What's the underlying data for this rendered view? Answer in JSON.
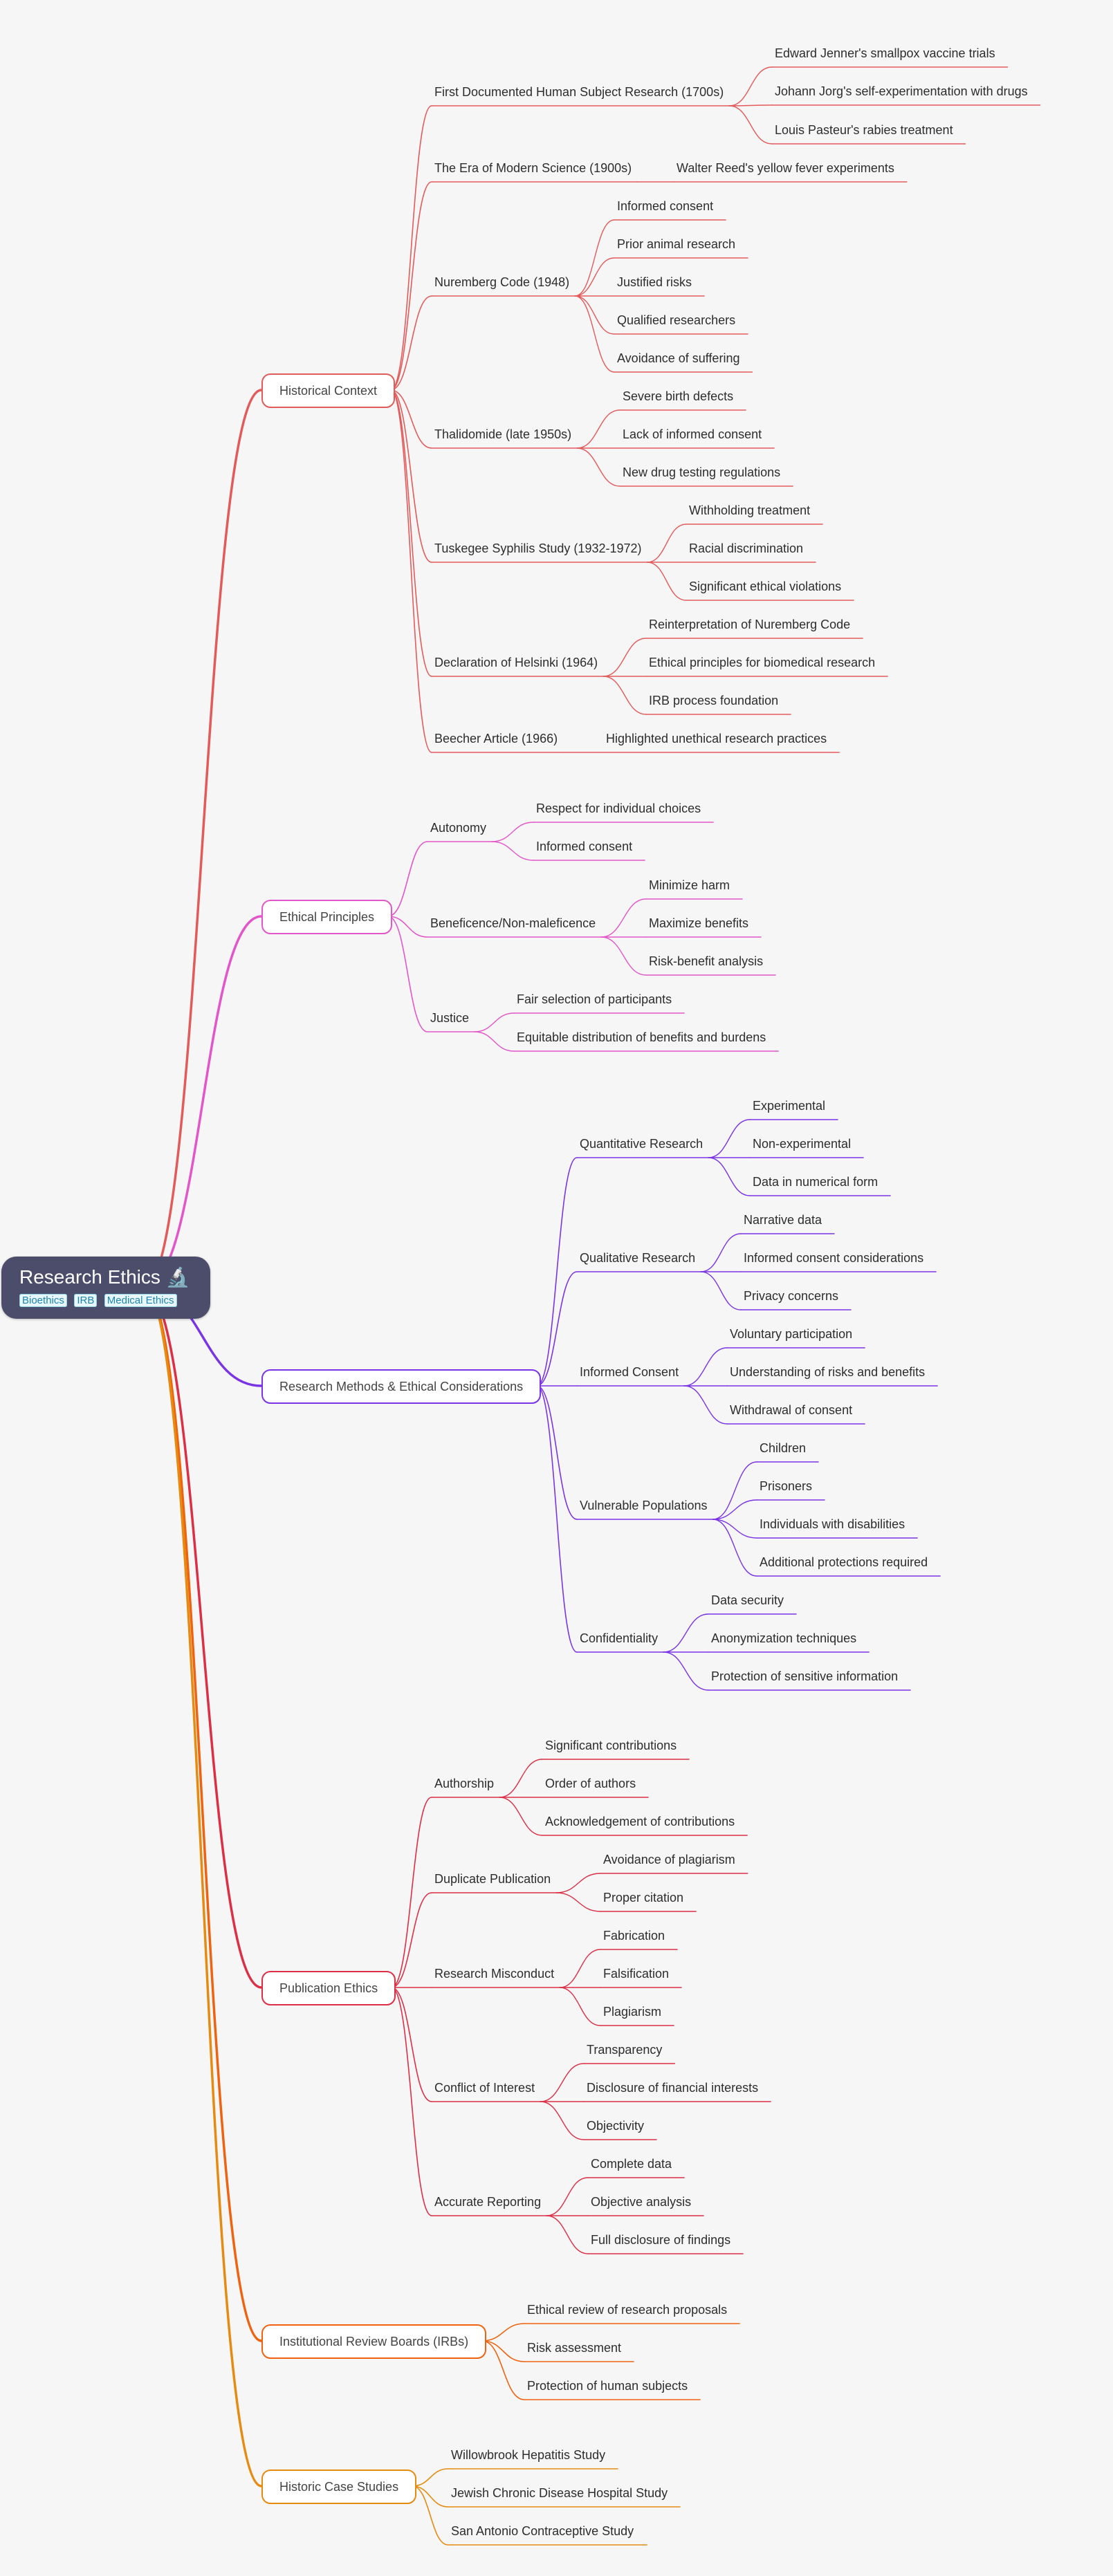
{
  "root": {
    "title": "Research Ethics",
    "icon": "microscope-icon",
    "tags": [
      "Bioethics",
      "IRB",
      "Medical Ethics"
    ]
  },
  "colors": {
    "background": "#f6f6f6",
    "root_fill": "#4b4d6b",
    "branch_colors": [
      "#e35a5a",
      "#e356c9",
      "#7a34e5",
      "#dc2f46",
      "#ef6310",
      "#e58b12"
    ]
  },
  "branches": [
    {
      "label": "Historical Context",
      "children": [
        {
          "label": "First Documented Human Subject Research (1700s)",
          "children": [
            "Edward Jenner's smallpox vaccine trials",
            "Johann Jorg's self-experimentation with drugs",
            "Louis Pasteur's rabies treatment"
          ]
        },
        {
          "label": "The Era of Modern Science (1900s)",
          "children": [
            "Walter Reed's yellow fever experiments"
          ]
        },
        {
          "label": "Nuremberg Code (1948)",
          "children": [
            "Informed consent",
            "Prior animal research",
            "Justified risks",
            "Qualified researchers",
            "Avoidance of suffering"
          ]
        },
        {
          "label": "Thalidomide (late 1950s)",
          "children": [
            "Severe birth defects",
            "Lack of informed consent",
            "New drug testing regulations"
          ]
        },
        {
          "label": "Tuskegee Syphilis Study (1932-1972)",
          "children": [
            "Withholding treatment",
            "Racial discrimination",
            "Significant ethical violations"
          ]
        },
        {
          "label": "Declaration of Helsinki (1964)",
          "children": [
            "Reinterpretation of Nuremberg Code",
            "Ethical principles for biomedical research",
            "IRB process foundation"
          ]
        },
        {
          "label": "Beecher Article (1966)",
          "children": [
            "Highlighted unethical research practices"
          ]
        }
      ]
    },
    {
      "label": "Ethical Principles",
      "children": [
        {
          "label": "Autonomy",
          "children": [
            "Respect for individual choices",
            "Informed consent"
          ]
        },
        {
          "label": "Beneficence/Non-maleficence",
          "children": [
            "Minimize harm",
            "Maximize benefits",
            "Risk-benefit analysis"
          ]
        },
        {
          "label": "Justice",
          "children": [
            "Fair selection of participants",
            "Equitable distribution of benefits and burdens"
          ]
        }
      ]
    },
    {
      "label": "Research Methods & Ethical Considerations",
      "children": [
        {
          "label": "Quantitative Research",
          "children": [
            "Experimental",
            "Non-experimental",
            "Data in numerical form"
          ]
        },
        {
          "label": "Qualitative Research",
          "children": [
            "Narrative data",
            "Informed consent considerations",
            "Privacy concerns"
          ]
        },
        {
          "label": "Informed Consent",
          "children": [
            "Voluntary participation",
            "Understanding of risks and benefits",
            "Withdrawal of consent"
          ]
        },
        {
          "label": "Vulnerable Populations",
          "children": [
            "Children",
            "Prisoners",
            "Individuals with disabilities",
            "Additional protections required"
          ]
        },
        {
          "label": "Confidentiality",
          "children": [
            "Data security",
            "Anonymization techniques",
            "Protection of sensitive information"
          ]
        }
      ]
    },
    {
      "label": "Publication Ethics",
      "children": [
        {
          "label": "Authorship",
          "children": [
            "Significant contributions",
            "Order of authors",
            "Acknowledgement of contributions"
          ]
        },
        {
          "label": "Duplicate Publication",
          "children": [
            "Avoidance of plagiarism",
            "Proper citation"
          ]
        },
        {
          "label": "Research Misconduct",
          "children": [
            "Fabrication",
            "Falsification",
            "Plagiarism"
          ]
        },
        {
          "label": "Conflict of Interest",
          "children": [
            "Transparency",
            "Disclosure of financial interests",
            "Objectivity"
          ]
        },
        {
          "label": "Accurate Reporting",
          "children": [
            "Complete data",
            "Objective analysis",
            "Full disclosure of findings"
          ]
        }
      ]
    },
    {
      "label": "Institutional Review Boards (IRBs)",
      "children": [
        "Ethical review of research proposals",
        "Risk assessment",
        "Protection of human subjects"
      ]
    },
    {
      "label": "Historic Case Studies",
      "children": [
        "Willowbrook Hepatitis Study",
        "Jewish Chronic Disease Hospital Study",
        "San Antonio Contraceptive Study"
      ]
    }
  ]
}
